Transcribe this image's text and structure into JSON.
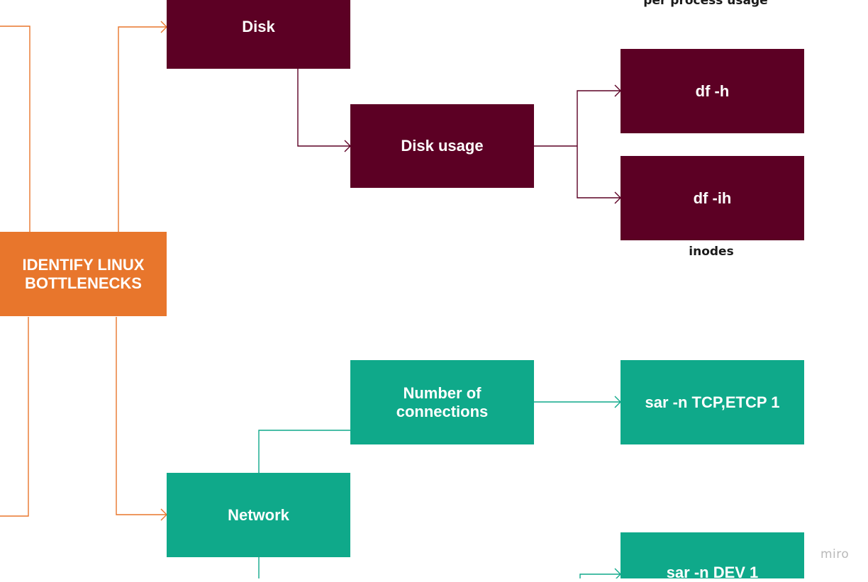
{
  "colors": {
    "maroon": "#5c0024",
    "green": "#0fa98a",
    "orange": "#e8762c",
    "caption": "#1a1a1a",
    "watermark": "#b9b9b9"
  },
  "nodes": {
    "root": "IDENTIFY LINUX\nBOTTLENECKS",
    "disk": "Disk",
    "disk_usage": "Disk usage",
    "df_h": "df -h",
    "df_ih": "df -ih",
    "network": "Network",
    "num_connections": "Number of\nconnections",
    "sar_tcp": "sar -n TCP,ETCP 1",
    "sar_dev": "sar -n DEV 1"
  },
  "captions": {
    "per_process": "per process usage",
    "inodes": "inodes"
  },
  "watermark": "miro"
}
